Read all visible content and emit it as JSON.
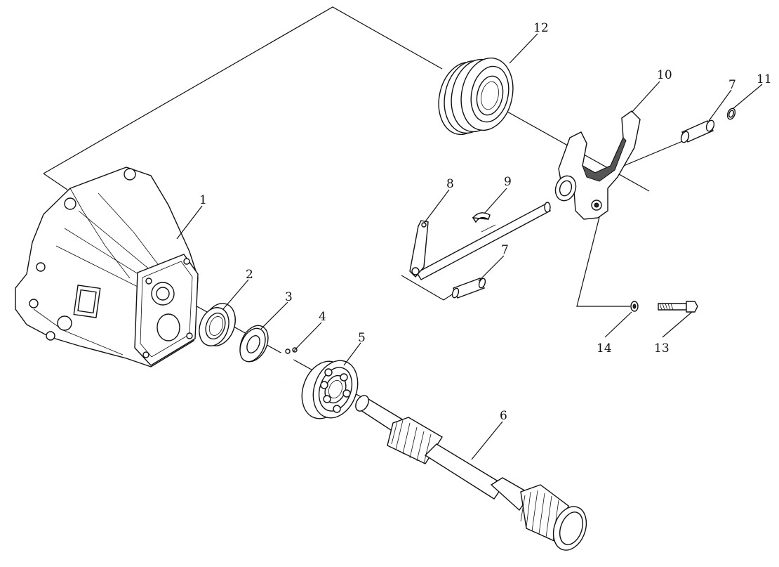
{
  "callouts": {
    "c1": "1",
    "c2": "2",
    "c3": "3",
    "c4": "4",
    "c5": "5",
    "c6": "6",
    "c7a": "7",
    "c7b": "7",
    "c8": "8",
    "c9": "9",
    "c10": "10",
    "c11": "11",
    "c12": "12",
    "c13": "13",
    "c14": "14"
  },
  "parts": [
    {
      "id": "1",
      "icon": "clutch-housing-icon"
    },
    {
      "id": "2",
      "icon": "oil-seal-icon"
    },
    {
      "id": "3",
      "icon": "washer-icon"
    },
    {
      "id": "4",
      "icon": "circlip-icon"
    },
    {
      "id": "5",
      "icon": "ball-bearing-icon"
    },
    {
      "id": "6",
      "icon": "input-shaft-icon"
    },
    {
      "id": "7",
      "icon": "bushing-icon"
    },
    {
      "id": "8",
      "icon": "release-lever-shaft-icon"
    },
    {
      "id": "9",
      "icon": "woodruff-key-icon"
    },
    {
      "id": "10",
      "icon": "release-fork-icon"
    },
    {
      "id": "11",
      "icon": "retaining-ring-icon"
    },
    {
      "id": "12",
      "icon": "release-bearing-icon"
    },
    {
      "id": "13",
      "icon": "bolt-icon"
    },
    {
      "id": "14",
      "icon": "spring-washer-icon"
    }
  ]
}
